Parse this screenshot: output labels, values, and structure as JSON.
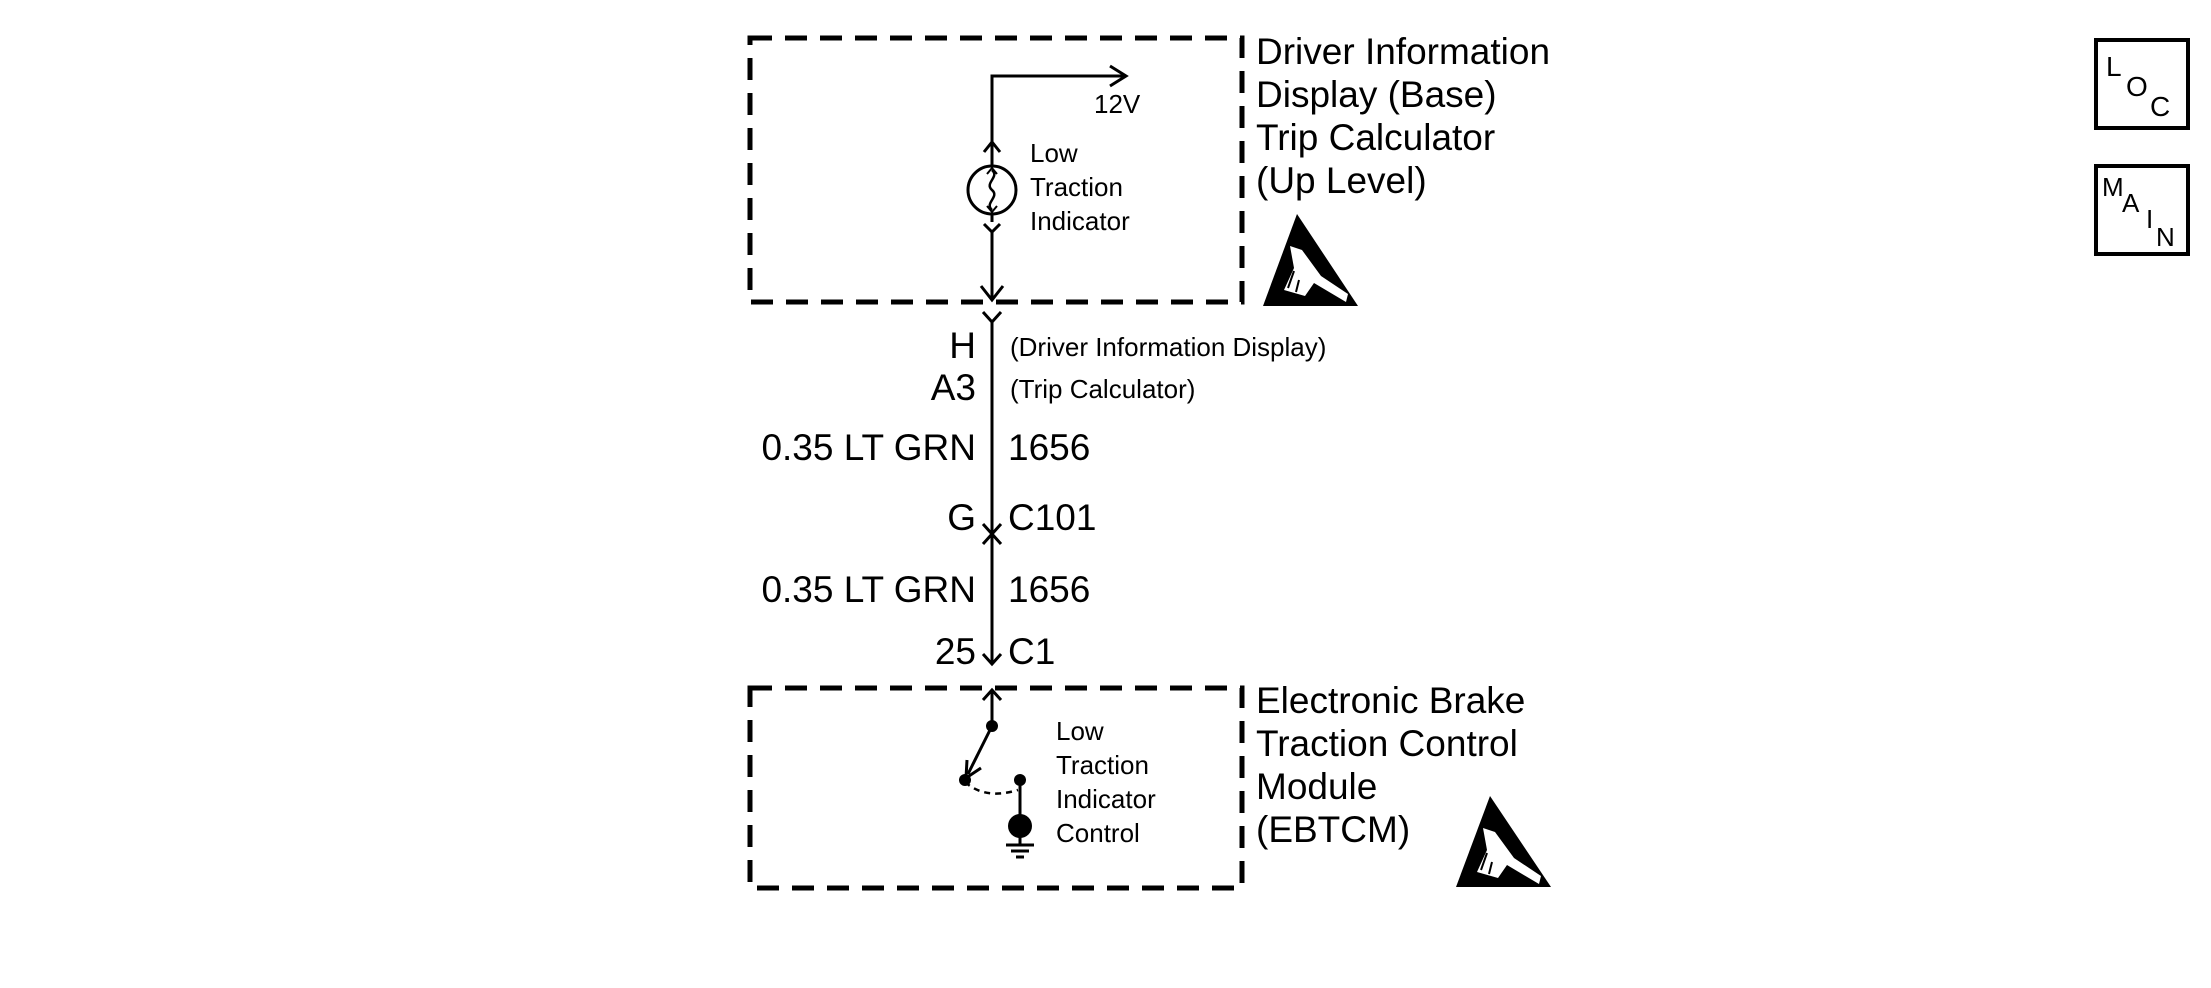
{
  "upper_module": {
    "title_lines": [
      "Driver Information",
      "Display (Base)",
      "Trip Calculator",
      "(Up Level)"
    ],
    "voltage": "12V",
    "indicator_lines": [
      "Low",
      "Traction",
      "Indicator"
    ],
    "icon": "esd-warning-icon"
  },
  "connectors": {
    "upper_pin_1": "H",
    "upper_pin_1_desc": "(Driver Information Display)",
    "upper_pin_2": "A3",
    "upper_pin_2_desc": "(Trip Calculator)",
    "wire_1_gauge_color": "0.35 LT GRN",
    "wire_1_circuit": "1656",
    "inline_pin": "G",
    "inline_connector": "C101",
    "wire_2_gauge_color": "0.35 LT GRN",
    "wire_2_circuit": "1656",
    "lower_pin": "25",
    "lower_connector": "C1"
  },
  "lower_module": {
    "title_lines": [
      "Electronic Brake",
      "Traction Control",
      "Module",
      "(EBTCM)"
    ],
    "control_lines": [
      "Low",
      "Traction",
      "Indicator",
      "Control"
    ],
    "icon": "esd-warning-icon"
  },
  "nav": {
    "loc": {
      "l": "L",
      "o": "O",
      "c": "C"
    },
    "main": {
      "m": "M",
      "a": "A",
      "i": "I",
      "n": "N"
    }
  }
}
